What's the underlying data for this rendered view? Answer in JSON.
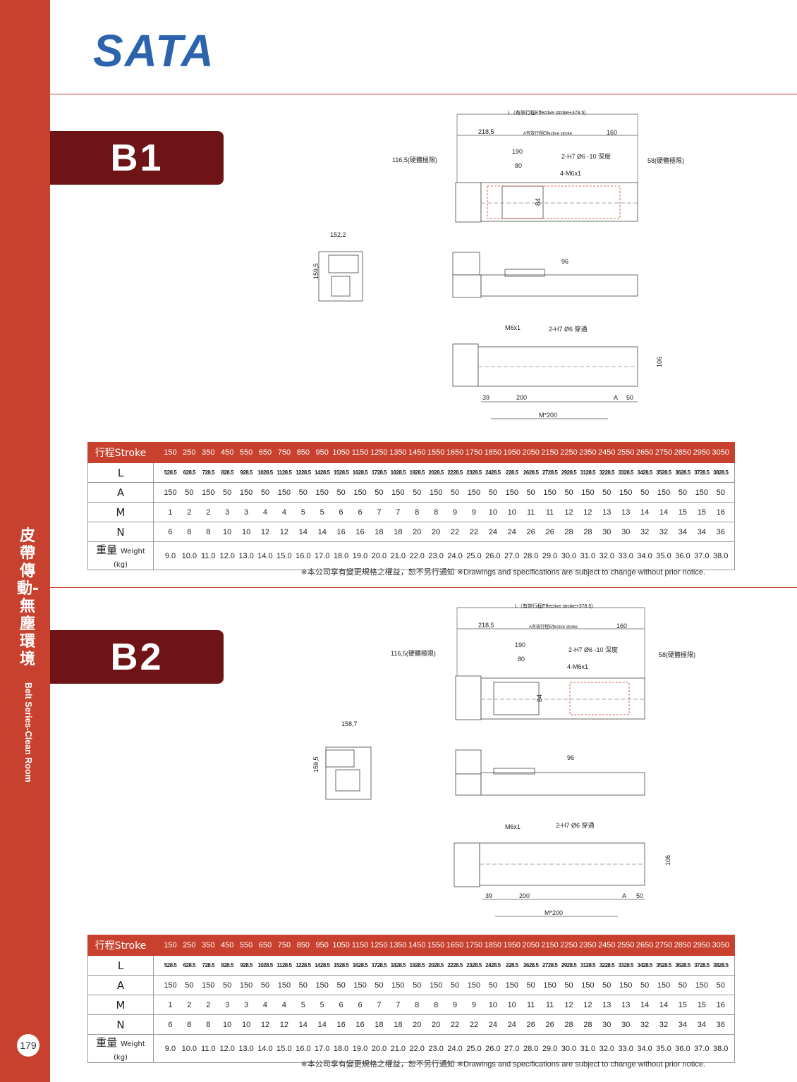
{
  "brand": {
    "logo_text": "SATA"
  },
  "sidebar": {
    "cn_title": "皮帶傳動-無塵環境",
    "en_title": "Belt Series-Clean Room",
    "page_number": "179"
  },
  "colors": {
    "accent": "#c8412e",
    "badge": "#6e1417"
  },
  "sections": [
    {
      "model": "B1",
      "drawing": {
        "top_length": "L（有效行程Effective stroke+378.5)",
        "dim_218": "218,5",
        "dim_a": "A有效行程Effective stroke",
        "dim_160": "160",
        "dim_190": "190",
        "dim_80": "80",
        "hole_depth": "2-H7 Ø6 -10 深度",
        "thread": "4-M6x1",
        "limit_left": "116,5(硬體極限)",
        "limit_right": "58(硬體極限)",
        "dim_84": "84",
        "end_width": "152,2",
        "end_height": "159,5",
        "side_96": "96",
        "bot_m6": "M6x1",
        "bot_thru": "2-H7 Ø6 穿通",
        "dim_106": "106",
        "dim_39": "39",
        "dim_200": "200",
        "dim_A": "A",
        "dim_50": "50",
        "dim_m200": "M*200"
      },
      "table": {
        "stroke_label": "行程Stroke",
        "strokes": [
          "150",
          "250",
          "350",
          "450",
          "550",
          "650",
          "750",
          "850",
          "950",
          "1050",
          "1150",
          "1250",
          "1350",
          "1450",
          "1550",
          "1650",
          "1750",
          "1850",
          "1950",
          "2050",
          "2150",
          "2250",
          "2350",
          "2450",
          "2550",
          "2650",
          "2750",
          "2850",
          "2950",
          "3050"
        ],
        "L_label": "L",
        "L": [
          "528.5",
          "628.5",
          "728.5",
          "828.5",
          "928.5",
          "1028.5",
          "1128.5",
          "1228.5",
          "1428.5",
          "1528.5",
          "1628.5",
          "1728.5",
          "1828.5",
          "1928.5",
          "2028.5",
          "2228.5",
          "2328.5",
          "2428.5",
          "228.5",
          "2628.5",
          "2728.5",
          "2928.5",
          "3128.5",
          "3228.5",
          "3328.5",
          "3428.5",
          "3528.5",
          "3628.5",
          "3728.5",
          "3828.5"
        ],
        "A_label": "A",
        "A": [
          "150",
          "50",
          "150",
          "50",
          "150",
          "50",
          "150",
          "50",
          "150",
          "50",
          "150",
          "50",
          "150",
          "50",
          "150",
          "50",
          "150",
          "50",
          "150",
          "50",
          "150",
          "50",
          "150",
          "50",
          "150",
          "50",
          "150",
          "50",
          "150",
          "50"
        ],
        "M_label": "M",
        "M": [
          "1",
          "2",
          "2",
          "3",
          "3",
          "4",
          "4",
          "5",
          "5",
          "6",
          "6",
          "7",
          "7",
          "8",
          "8",
          "9",
          "9",
          "10",
          "10",
          "11",
          "11",
          "12",
          "12",
          "13",
          "13",
          "14",
          "14",
          "15",
          "15",
          "16"
        ],
        "N_label": "N",
        "N": [
          "6",
          "8",
          "8",
          "10",
          "10",
          "12",
          "12",
          "14",
          "14",
          "16",
          "16",
          "18",
          "18",
          "20",
          "20",
          "22",
          "22",
          "24",
          "24",
          "26",
          "26",
          "28",
          "28",
          "30",
          "30",
          "32",
          "32",
          "34",
          "34",
          "36"
        ],
        "W_label_cn": "重量",
        "W_label_en": "Weight (kg)",
        "W": [
          "9.0",
          "10.0",
          "11.0",
          "12.0",
          "13.0",
          "14.0",
          "15.0",
          "16.0",
          "17.0",
          "18.0",
          "19.0",
          "20.0",
          "21.0",
          "22.0",
          "23.0",
          "24.0",
          "25.0",
          "26.0",
          "27.0",
          "28.0",
          "29.0",
          "30.0",
          "31.0",
          "32.0",
          "33.0",
          "34.0",
          "35.0",
          "36.0",
          "37.0",
          "38.0"
        ]
      },
      "note": "※本公司享有變更規格之權益，恕不另行通知 ※Drawings and specifications are subject to change without prior notice."
    },
    {
      "model": "B2",
      "drawing": {
        "top_length": "L（有效行程Effective stroke+378.5)",
        "dim_218": "218,5",
        "dim_a": "A有效行程Effective stroke",
        "dim_160": "160",
        "dim_190": "190",
        "dim_80": "80",
        "hole_depth": "2-H7 Ø6 -10 深度",
        "thread": "4-M6x1",
        "limit_left": "116,5(硬體極限)",
        "limit_right": "58(硬體極限)",
        "dim_84": "84",
        "end_width": "158,7",
        "end_height": "159,5",
        "side_96": "96",
        "bot_m6": "M6x1",
        "bot_thru": "2-H7 Ø6 穿通",
        "dim_106": "106",
        "dim_39": "39",
        "dim_200": "200",
        "dim_A": "A",
        "dim_50": "50",
        "dim_m200": "M*200"
      },
      "table": {
        "stroke_label": "行程Stroke",
        "strokes": [
          "150",
          "250",
          "350",
          "450",
          "550",
          "650",
          "750",
          "850",
          "950",
          "1050",
          "1150",
          "1250",
          "1350",
          "1450",
          "1550",
          "1650",
          "1750",
          "1850",
          "1950",
          "2050",
          "2150",
          "2250",
          "2350",
          "2450",
          "2550",
          "2650",
          "2750",
          "2850",
          "2950",
          "3050"
        ],
        "L_label": "L",
        "L": [
          "528.5",
          "628.5",
          "728.5",
          "828.5",
          "928.5",
          "1028.5",
          "1128.5",
          "1228.5",
          "1428.5",
          "1528.5",
          "1628.5",
          "1728.5",
          "1828.5",
          "1928.5",
          "2028.5",
          "2228.5",
          "2328.5",
          "2428.5",
          "228.5",
          "2628.5",
          "2728.5",
          "2928.5",
          "3128.5",
          "3228.5",
          "3328.5",
          "3428.5",
          "3528.5",
          "3628.5",
          "3728.5",
          "3828.5"
        ],
        "A_label": "A",
        "A": [
          "150",
          "50",
          "150",
          "50",
          "150",
          "50",
          "150",
          "50",
          "150",
          "50",
          "150",
          "50",
          "150",
          "50",
          "150",
          "50",
          "150",
          "50",
          "150",
          "50",
          "150",
          "50",
          "150",
          "50",
          "150",
          "50",
          "150",
          "50",
          "150",
          "50"
        ],
        "M_label": "M",
        "M": [
          "1",
          "2",
          "2",
          "3",
          "3",
          "4",
          "4",
          "5",
          "5",
          "6",
          "6",
          "7",
          "7",
          "8",
          "8",
          "9",
          "9",
          "10",
          "10",
          "11",
          "11",
          "12",
          "12",
          "13",
          "13",
          "14",
          "14",
          "15",
          "15",
          "16"
        ],
        "N_label": "N",
        "N": [
          "6",
          "8",
          "8",
          "10",
          "10",
          "12",
          "12",
          "14",
          "14",
          "16",
          "16",
          "18",
          "18",
          "20",
          "20",
          "22",
          "22",
          "24",
          "24",
          "26",
          "26",
          "28",
          "28",
          "30",
          "30",
          "32",
          "32",
          "34",
          "34",
          "36"
        ],
        "W_label_cn": "重量",
        "W_label_en": "Weight (kg)",
        "W": [
          "9.0",
          "10.0",
          "11.0",
          "12.0",
          "13.0",
          "14.0",
          "15.0",
          "16.0",
          "17.0",
          "18.0",
          "19.0",
          "20.0",
          "21.0",
          "22.0",
          "23.0",
          "24.0",
          "25.0",
          "26.0",
          "27.0",
          "28.0",
          "29.0",
          "30.0",
          "31.0",
          "32.0",
          "33.0",
          "34.0",
          "35.0",
          "36.0",
          "37.0",
          "38.0"
        ]
      },
      "note": "※本公司享有變更規格之權益，恕不另行通知 ※Drawings and specifications are subject to change without prior notice."
    }
  ]
}
